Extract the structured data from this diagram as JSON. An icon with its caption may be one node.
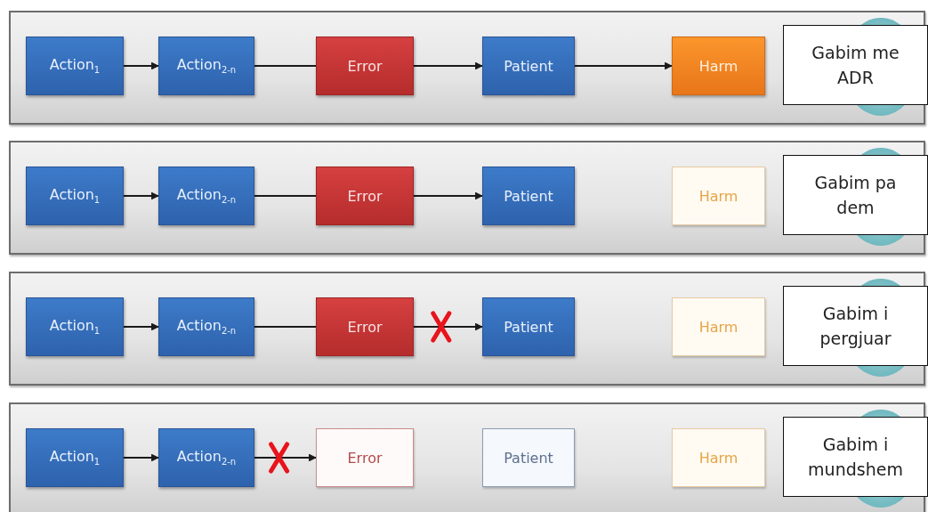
{
  "diagram": {
    "nodes": [
      {
        "text": [],
        "shape": "box"
      },
      {
        "text": [
          "Action$_{1}$"
        ],
        "in": 0
      },
      {
        "text": [
          "Action$_{2-n}$"
        ],
        "in": 0
      },
      {
        "text": [
          "Error"
        ],
        "in": 0
      },
      {
        "text": [
          "Patient"
        ],
        "in": 0
      },
      {
        "text": [
          "Harm"
        ],
        "in": 0
      },
      {
        "text": [
          "Gabim me ADR"
        ],
        "in": 0
      },
      {
        "text": [],
        "shape": "box"
      },
      {
        "text": [
          "Action$_{1}$"
        ],
        "in": 7
      },
      {
        "text": [
          "Action$_{2-n}$"
        ],
        "in": 7
      },
      {
        "text": [
          "Error"
        ],
        "in": 7
      },
      {
        "text": [
          "Patient"
        ],
        "in": 7
      },
      {
        "text": [
          "Harm"
        ],
        "in": 7
      },
      {
        "text": [
          "Gabim pa dem"
        ],
        "in": 7
      },
      {
        "text": [],
        "shape": "box"
      },
      {
        "text": [
          "Action$_{1}$"
        ],
        "in": 14
      },
      {
        "text": [
          "Action$_{2-n}$"
        ],
        "in": 14
      },
      {
        "text": [
          "Error"
        ],
        "in": 14
      },
      {
        "text": [
          "Patient"
        ],
        "in": 14
      },
      {
        "text": [
          "Harm"
        ],
        "in": 14
      },
      {
        "text": [
          "Gabim i pergjuar"
        ],
        "in": 14
      },
      {
        "text": [],
        "shape": "box"
      },
      {
        "text": [
          "Action$_{1}$"
        ],
        "in": 21
      },
      {
        "text": [
          "Action$_{2-n}$"
        ],
        "in": 21
      },
      {
        "text": [
          "Error"
        ],
        "in": 21
      },
      {
        "text": [
          "Patient"
        ],
        "in": 21
      },
      {
        "text": [
          "Harm"
        ],
        "in": 21
      },
      {
        "text": [
          "Gabim i mundshem"
        ],
        "in": 21
      }
    ],
    "edges": [
      {
        "from": 1,
        "to": 2,
        "arrow": "to"
      },
      {
        "from": 2,
        "to": 3,
        "arrow": "none"
      },
      {
        "from": 3,
        "to": 4,
        "arrow": "to"
      },
      {
        "from": 4,
        "to": 5,
        "arrow": "to"
      },
      {
        "from": 8,
        "to": 9,
        "arrow": "to"
      },
      {
        "from": 9,
        "to": 10,
        "arrow": "none"
      },
      {
        "from": 10,
        "to": 11,
        "arrow": "to"
      },
      {
        "from": 15,
        "to": 16,
        "arrow": "to"
      },
      {
        "from": 16,
        "to": 17,
        "arrow": "none"
      },
      {
        "from": 17,
        "to": 18,
        "arrow": "to"
      },
      {
        "from": 22,
        "to": 23,
        "arrow": "to"
      },
      {
        "from": 23,
        "to": 24,
        "arrow": "to"
      }
    ]
  }
}
